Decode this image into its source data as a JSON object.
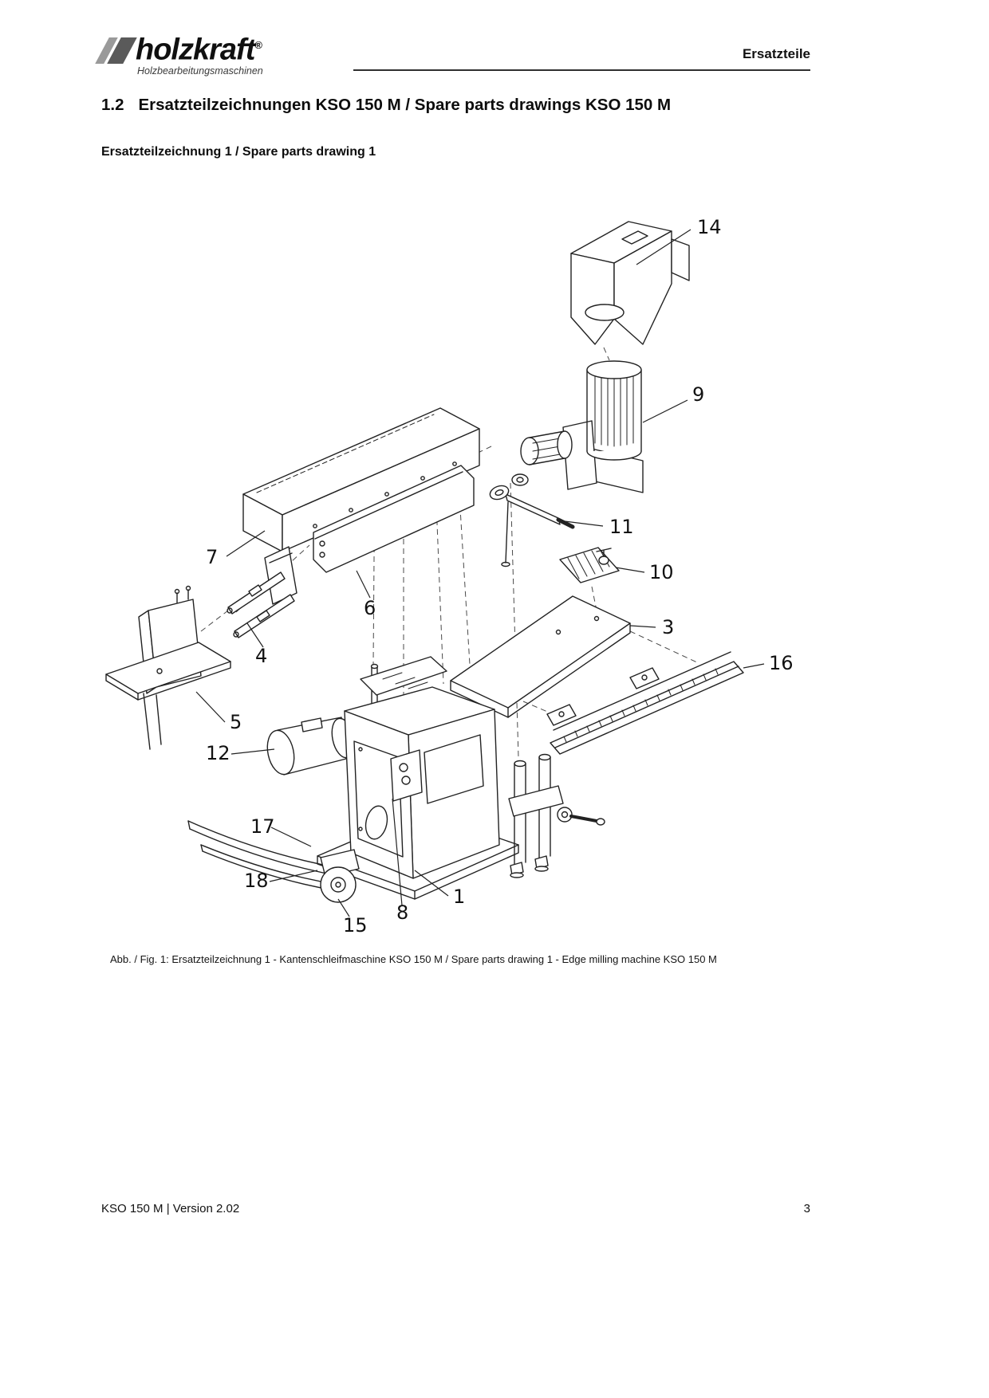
{
  "colors": {
    "ink": "#1a1a1a",
    "paper": "#ffffff",
    "logo_dark": "#5a5a5a",
    "logo_light": "#9a9a9a"
  },
  "header": {
    "brand": "holzkraft",
    "registered_mark": "®",
    "tagline": "Holzbearbeitungsmaschinen",
    "section": "Ersatzteile"
  },
  "content": {
    "heading_number": "1.2",
    "heading_text": "Ersatzteilzeichnungen KSO 150 M / Spare parts drawings KSO 150 M",
    "subheading": "Ersatzteilzeichnung 1 / Spare parts drawing 1"
  },
  "figure": {
    "caption": "Abb. / Fig. 1: Ersatzteilzeichnung 1 - Kantenschleifmaschine KSO 150 M / Spare parts drawing 1 - Edge milling machine KSO 150 M",
    "callouts": [
      {
        "label": "14"
      },
      {
        "label": "9"
      },
      {
        "label": "11"
      },
      {
        "label": "10"
      },
      {
        "label": "3"
      },
      {
        "label": "16"
      },
      {
        "label": "7"
      },
      {
        "label": "6"
      },
      {
        "label": "4"
      },
      {
        "label": "5"
      },
      {
        "label": "12"
      },
      {
        "label": "17"
      },
      {
        "label": "18"
      },
      {
        "label": "15"
      },
      {
        "label": "8"
      },
      {
        "label": "1"
      }
    ]
  },
  "footer": {
    "left": "KSO 150 M | Version 2.02",
    "page_number": "3"
  }
}
